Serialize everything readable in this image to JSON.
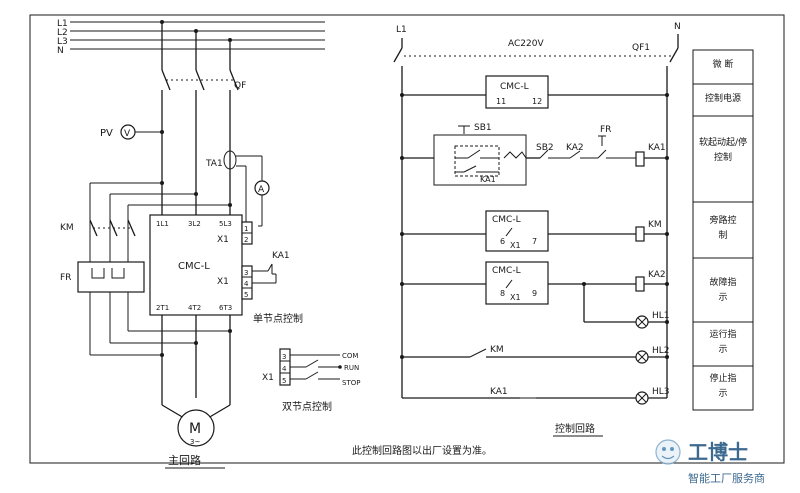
{
  "main": {
    "buses": [
      "L1",
      "L2",
      "L3",
      "N"
    ],
    "qf": "QF",
    "pv": "PV",
    "voltmeter": "V",
    "ta": "TA1",
    "ammeter": "A",
    "km": "KM",
    "fr": "FR",
    "device": "CMC-L",
    "pins_top": [
      "1L1",
      "3L2",
      "5L3"
    ],
    "pins_bottom": [
      "2T1",
      "4T2",
      "6T3"
    ],
    "x1": "X1",
    "term_1_2": [
      "1",
      "2"
    ],
    "term_3_4_5": [
      "3",
      "4",
      "5"
    ],
    "ka1": "KA1",
    "motor": "M",
    "motor_phase": "3~",
    "single_label": "单节点控制",
    "dual_label": "双节点控制",
    "dual_x1": "X1",
    "dual_pins": [
      "3",
      "4",
      "5"
    ],
    "dual_signals": [
      "COM",
      "RUN",
      "STOP"
    ],
    "caption": "主回路"
  },
  "control": {
    "l1": "L1",
    "n": "N",
    "voltage": "AC220V",
    "qf1": "QF1",
    "cmc_label": "CMC-L",
    "cmc_pins": [
      "11",
      "12"
    ],
    "sb1": "SB1",
    "ka1_hold": "KA1",
    "sb2": "SB2",
    "ka2": "KA2",
    "fr": "FR",
    "ka1_coil": "KA1",
    "bypass_cmc": "CMC-L",
    "bypass_pins": [
      "6",
      "X1",
      "7"
    ],
    "km_coil": "KM",
    "fault_cmc": "CMC-L",
    "fault_pins": [
      "8",
      "X1",
      "9"
    ],
    "ka2_coil": "KA2",
    "hl1": "HL1",
    "km_contact": "KM",
    "hl2": "HL2",
    "ka1_contact": "KA1",
    "hl3": "HL3",
    "caption": "控制回路"
  },
  "legend": [
    "微 断",
    "控制电源",
    "软起动起/停控制",
    "旁路控制",
    "故障指示",
    "运行指示",
    "停止指示"
  ],
  "note": "此控制回路图以出厂设置为准。",
  "watermark": {
    "name": "工博士",
    "slogan": "智能工厂服务商"
  }
}
